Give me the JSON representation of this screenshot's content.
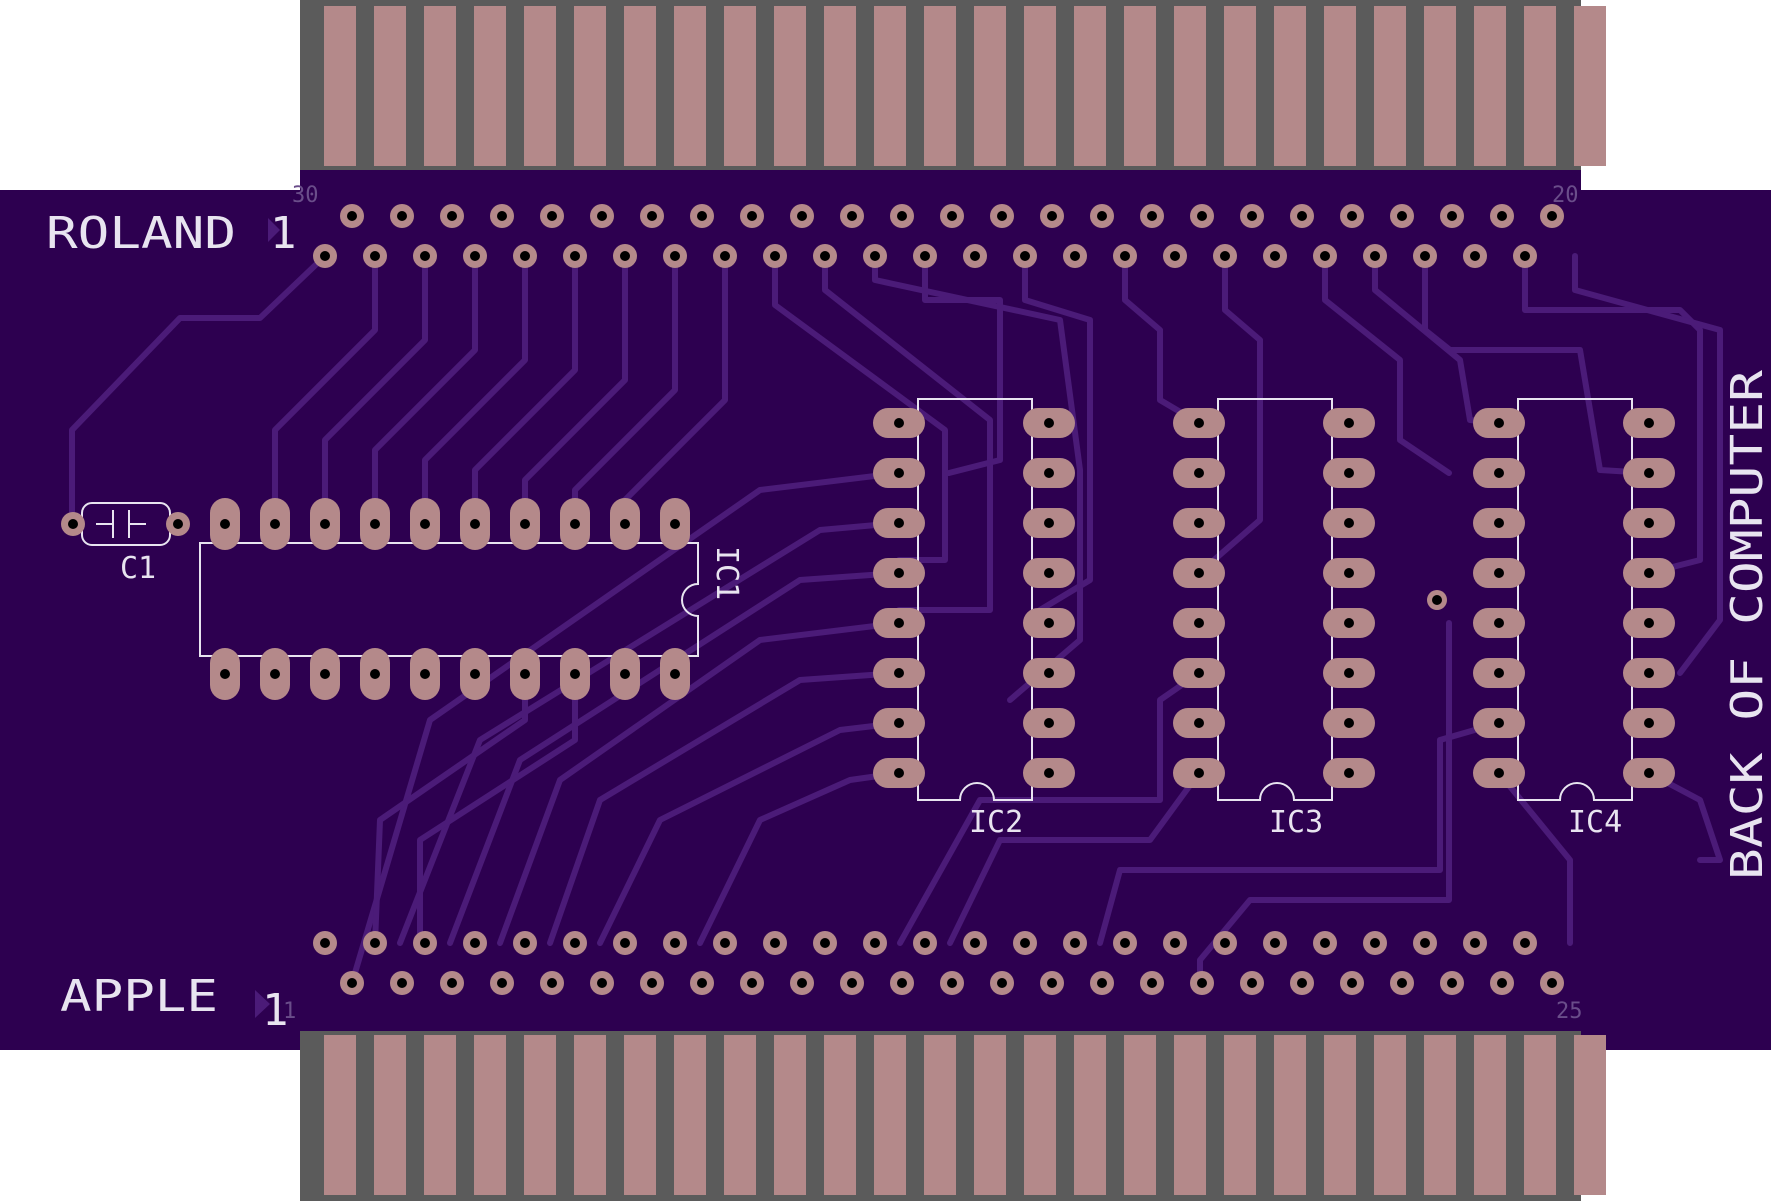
{
  "labels": {
    "roland": "ROLAND",
    "roland_pin": "1",
    "apple": "APPLE",
    "apple_pin": "1",
    "back": "BACK OF COMPUTER",
    "top_left_num": "30",
    "top_right_num": "20",
    "bottom_left_num": "1",
    "bottom_right_num": "25"
  },
  "components": {
    "c1": "C1",
    "ic1": "IC1",
    "ic2": "IC2",
    "ic3": "IC3",
    "ic4": "IC4"
  },
  "colors": {
    "board": "#2d0050",
    "trace": "#4b1b78",
    "copper": "#b4898a",
    "copper_gap": "#5b5b5b",
    "silkscreen": "#e8e4f0",
    "drill": "#000000"
  }
}
